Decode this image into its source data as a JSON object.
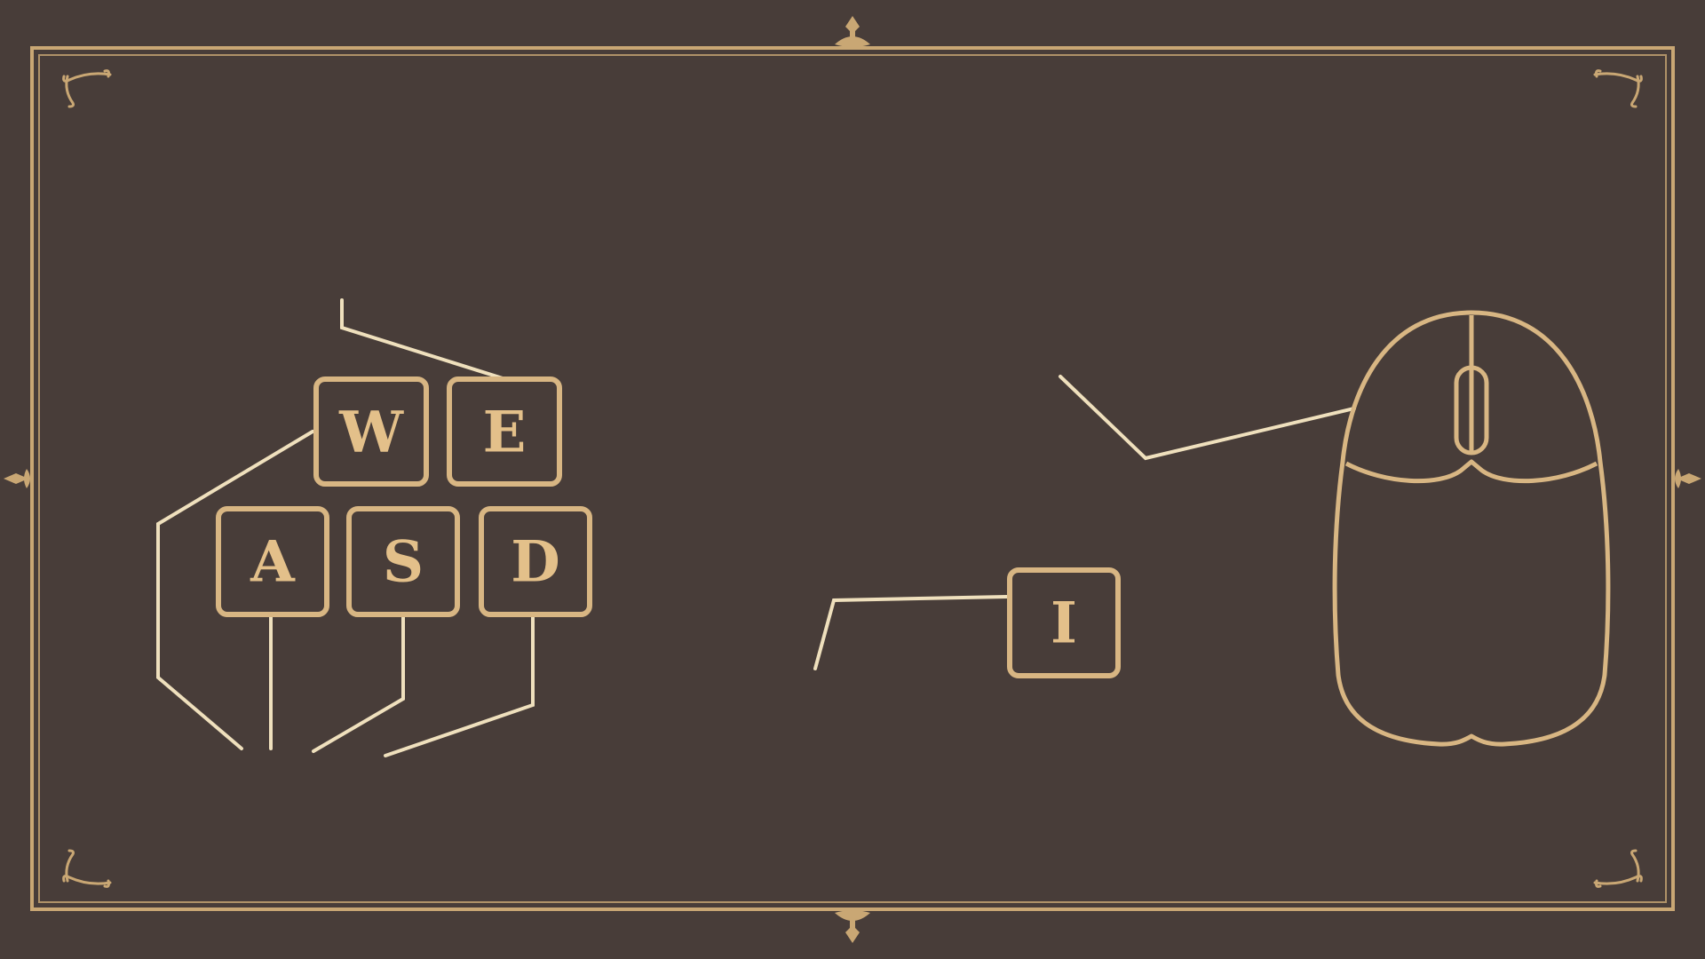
{
  "colors": {
    "background": "#483d39",
    "frame": "#c9a774",
    "leader": "#efe0bd",
    "key": "#d8b683",
    "key_label": "#e3c08a"
  },
  "keys": {
    "w": "W",
    "e": "E",
    "a": "A",
    "s": "S",
    "d": "D",
    "i": "I"
  },
  "icons": {
    "mouse": "mouse-icon",
    "frame_ornament": "fleur-ornament-icon",
    "corner": "corner-flourish-icon"
  }
}
